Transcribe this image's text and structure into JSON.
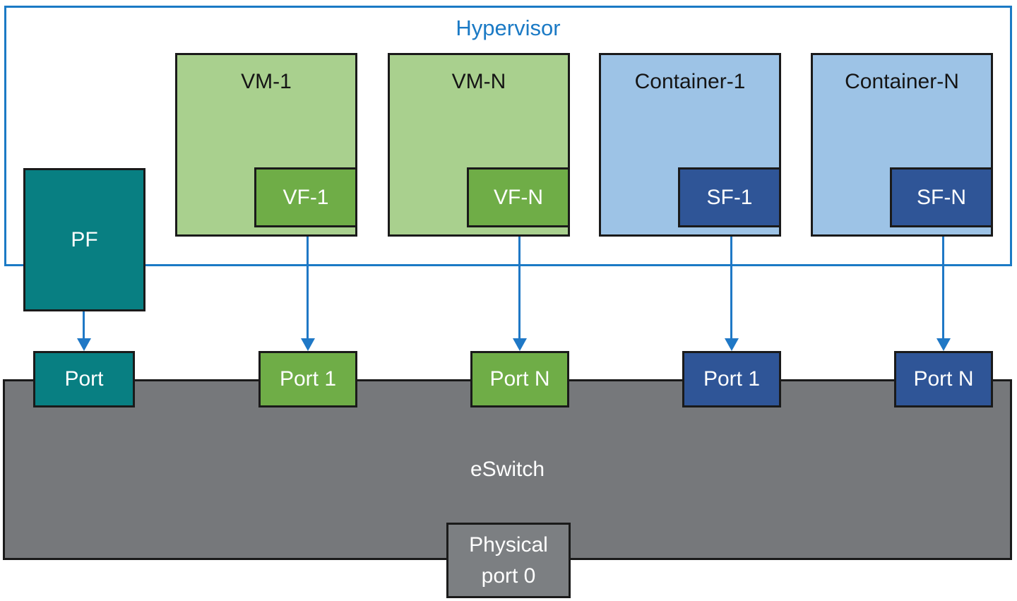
{
  "diagram": {
    "title": "Hypervisor",
    "colors": {
      "accent_blue": "#1b7ac5",
      "teal": "#087f82",
      "vm_fill": "#a9d08e",
      "vf_fill": "#6fad47",
      "container_fill": "#9dc3e6",
      "sf_fill": "#2f5597",
      "eswitch_fill": "#76787b",
      "physical_port_fill": "#7c7f82",
      "box_border": "#1a1a1a"
    },
    "pf": {
      "label": "PF"
    },
    "vms": [
      {
        "label": "VM-1",
        "vf": "VF-1"
      },
      {
        "label": "VM-N",
        "vf": "VF-N"
      }
    ],
    "containers": [
      {
        "label": "Container-1",
        "sf": "SF-1"
      },
      {
        "label": "Container-N",
        "sf": "SF-N"
      }
    ],
    "eswitch": {
      "label": "eSwitch",
      "ports": [
        {
          "label": "Port",
          "color": "#087f82"
        },
        {
          "label": "Port 1",
          "color": "#6fad47"
        },
        {
          "label": "Port N",
          "color": "#6fad47"
        },
        {
          "label": "Port 1",
          "color": "#2f5597"
        },
        {
          "label": "Port N",
          "color": "#2f5597"
        }
      ],
      "physical_port": {
        "label": "Physical port 0",
        "lines": [
          "Physical",
          "port 0"
        ]
      }
    }
  }
}
